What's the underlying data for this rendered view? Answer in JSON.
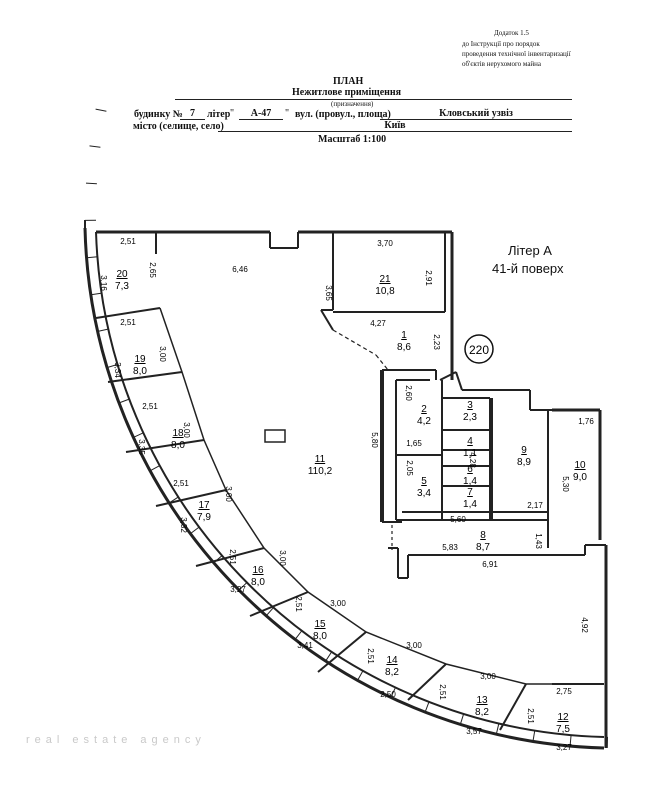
{
  "annex": {
    "line1": "Додаток 1.5",
    "line2": "до Інструкції про порядок",
    "line3": "проведення технічної інвентаризації",
    "line4": "об'єктів нерухомого майна"
  },
  "header": {
    "title": "ПЛАН",
    "subtitle": "Нежитлове приміщення",
    "purpose_caption": "(призначення)",
    "building_label": "будинку №",
    "building_no": "7",
    "litera_label": "літер",
    "litera_value": "А-47",
    "street_label": "вул. (провул., площа)",
    "street_value": "Кловський узвіз",
    "city_label": "місто (селище, село)",
    "city_value": "Київ",
    "scale": "Масштаб 1:100"
  },
  "floor_info": {
    "litera": "Літер А",
    "floor": "41-й поверх",
    "stamp": "220"
  },
  "rooms": [
    {
      "no": "1",
      "area": "8,6"
    },
    {
      "no": "2",
      "area": "4,2"
    },
    {
      "no": "3",
      "area": "2,3"
    },
    {
      "no": "4",
      "area": "1,1"
    },
    {
      "no": "5",
      "area": "3,4"
    },
    {
      "no": "6",
      "area": "1,4"
    },
    {
      "no": "7",
      "area": "1,4"
    },
    {
      "no": "8",
      "area": "8,7"
    },
    {
      "no": "9",
      "area": "8,9"
    },
    {
      "no": "10",
      "area": "9,0"
    },
    {
      "no": "11",
      "area": "110,2"
    },
    {
      "no": "12",
      "area": "7,5"
    },
    {
      "no": "13",
      "area": "8,2"
    },
    {
      "no": "14",
      "area": "8,2"
    },
    {
      "no": "15",
      "area": "8,0"
    },
    {
      "no": "16",
      "area": "8,0"
    },
    {
      "no": "17",
      "area": "7,9"
    },
    {
      "no": "18",
      "area": "8,0"
    },
    {
      "no": "19",
      "area": "8,0"
    },
    {
      "no": "20",
      "area": "7,3"
    },
    {
      "no": "21",
      "area": "10,8"
    }
  ],
  "dimensions": [
    "2,51",
    "3,16",
    "2,65",
    "6,46",
    "3,70",
    "2,91",
    "3,65",
    "4,27",
    "2,23",
    "2,51",
    "3,34",
    "3,00",
    "2,51",
    "3,35",
    "3,00",
    "2,60",
    "1,65",
    "4,28",
    "1,76",
    "5,80",
    "2,05",
    "5,30",
    "2,51",
    "3,32",
    "3,00",
    "2,17",
    "5,60",
    "1,43",
    "5,83",
    "6,91",
    "2,51",
    "3,00",
    "3,27",
    "4,92",
    "2,51",
    "3,00",
    "3,41",
    "2,51",
    "3,00",
    "2,50",
    "2,51",
    "3,00",
    "2,75",
    "3,57",
    "2,51",
    "3,27"
  ],
  "watermark": "real estate agency"
}
